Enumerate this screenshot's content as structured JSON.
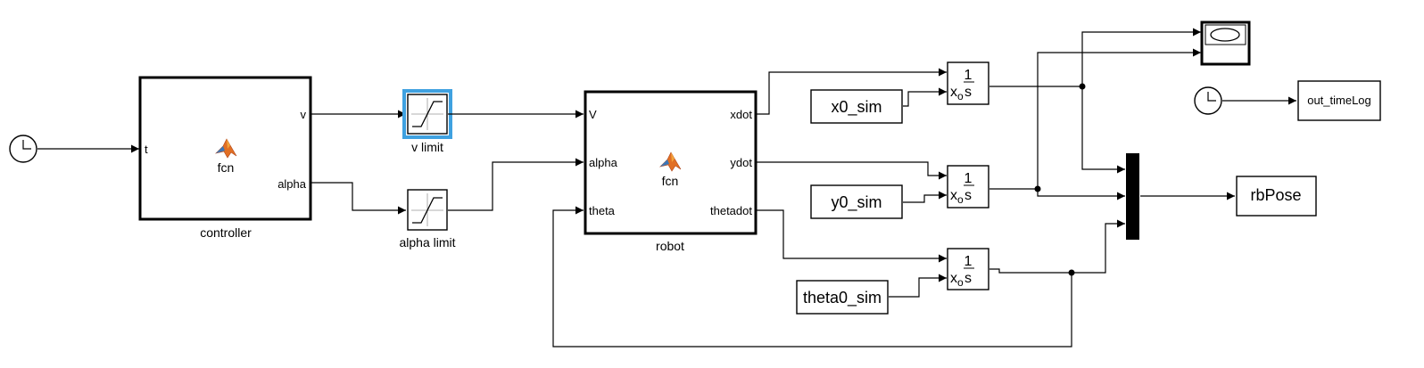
{
  "blocks": {
    "controller": {
      "name": "controller",
      "fcn": "fcn",
      "inputs": [
        "t"
      ],
      "outputs": [
        "v",
        "alpha"
      ]
    },
    "robot": {
      "name": "robot",
      "fcn": "fcn",
      "inputs": [
        "V",
        "alpha",
        "theta"
      ],
      "outputs": [
        "xdot",
        "ydot",
        "thetadot"
      ]
    },
    "v_limit": {
      "name": "v limit",
      "selected": true
    },
    "alpha_limit": {
      "name": "alpha limit"
    },
    "integrators": [
      {
        "num": "1",
        "den": "s",
        "ic": "x",
        "ic_sub": "o"
      },
      {
        "num": "1",
        "den": "s",
        "ic": "x",
        "ic_sub": "o"
      },
      {
        "num": "1",
        "den": "s",
        "ic": "x",
        "ic_sub": "o"
      }
    ],
    "constants": {
      "x0": "x0_sim",
      "y0": "y0_sim",
      "theta0": "theta0_sim"
    },
    "outputs": {
      "timelog": "out_timeLog",
      "pose": "rbPose"
    }
  },
  "colors": {
    "selection": "#3fa1e0",
    "matlab_logo": "#e16f24"
  }
}
